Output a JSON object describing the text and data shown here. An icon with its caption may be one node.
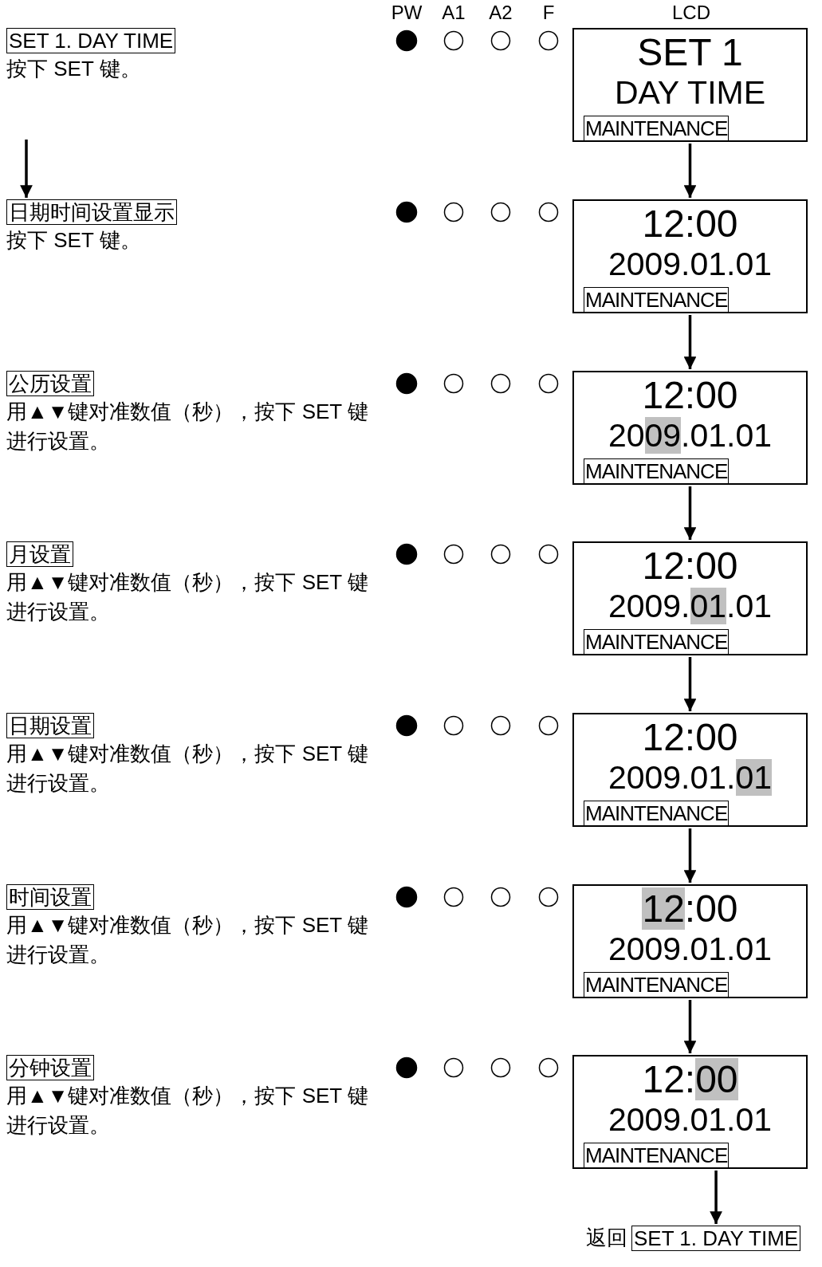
{
  "diagram": {
    "nodes": [
      {
        "text": [
          "SET 1. DAY TIME"
        ],
        "beside": [
          "按下 SET 键。"
        ]
      },
      {
        "text": [
          "SET 1",
          "DAY TIME"
        ]
      },
      {
        "text": [
          "MAINTENANCE"
        ],
        "in": 1
      },
      {
        "text": [
          "日期时间设置显示"
        ],
        "beside": [
          "按下 SET 键。"
        ]
      },
      {
        "text": [
          "12:00",
          "2009.01.01"
        ]
      },
      {
        "text": [
          "MAINTENANCE"
        ],
        "in": 4
      },
      {
        "text": [
          "公历设置"
        ],
        "beside": [
          "用▲▼键对准数值（秒），按下 SET 键进行设置。"
        ]
      },
      {
        "text": [
          "12:00",
          "2009.01.01"
        ]
      },
      {
        "text": [
          "MAINTENANCE"
        ],
        "in": 7
      },
      {
        "text": [
          "月设置"
        ],
        "beside": [
          "用▲▼键对准数值（秒），按下 SET 键进行设置。"
        ]
      },
      {
        "text": [
          "12:00",
          "2009.01.01"
        ]
      },
      {
        "text": [
          "MAINTENANCE"
        ],
        "in": 10
      },
      {
        "text": [
          "日期设置"
        ],
        "beside": [
          "用▲▼键对准数值（秒），按下 SET 键进行设置。"
        ]
      },
      {
        "text": [
          "12:00",
          "2009.01.01"
        ]
      },
      {
        "text": [
          "MAINTENANCE"
        ],
        "in": 13
      },
      {
        "text": [
          "时间设置"
        ],
        "beside": [
          "用▲▼键对准数值（秒），按下 SET 键进行设置。"
        ]
      },
      {
        "text": [
          "12:00",
          "2009.01.01"
        ]
      },
      {
        "text": [
          "MAINTENANCE"
        ],
        "in": 16
      },
      {
        "text": [
          "分钟设置"
        ],
        "beside": [
          "用▲▼键对准数值（秒），按下 SET 键进行设置。"
        ]
      },
      {
        "text": [
          "12:00",
          "2009.01.01"
        ]
      },
      {
        "text": [
          "MAINTENANCE"
        ],
        "in": 19
      },
      {
        "text": [
          "SET 1. DAY TIME"
        ],
        "beside": [
          "返回"
        ]
      }
    ],
    "edges": [
      {
        "from": 0,
        "to": 3,
        "arrow": "to"
      },
      {
        "from": 1,
        "to": 4,
        "arrow": "to"
      },
      {
        "from": 4,
        "to": 7,
        "arrow": "to"
      },
      {
        "from": 7,
        "to": 10,
        "arrow": "to"
      },
      {
        "from": 10,
        "to": 13,
        "arrow": "to"
      },
      {
        "from": 13,
        "to": 16,
        "arrow": "to"
      },
      {
        "from": 16,
        "to": 19,
        "arrow": "to"
      },
      {
        "from": 19,
        "to": 21,
        "arrow": "to"
      }
    ],
    "labels": [
      "PW",
      "A1",
      "A2",
      "F",
      "LCD"
    ]
  }
}
